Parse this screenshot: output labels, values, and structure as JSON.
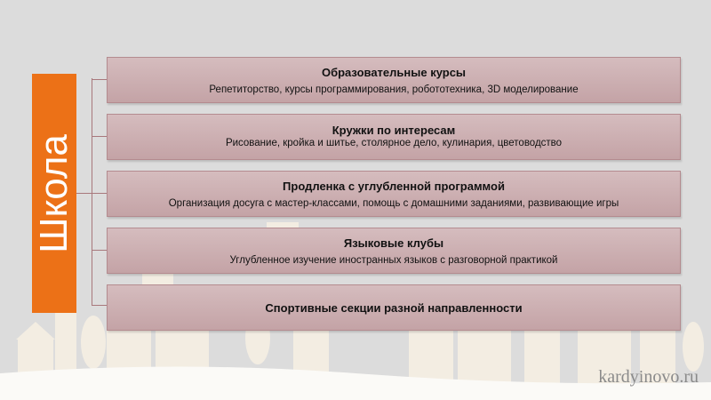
{
  "root": {
    "label": "Школа",
    "color": "#ec7117"
  },
  "items": [
    {
      "title": "Образовательные курсы",
      "desc": "Репетиторство,  курсы программирования,  робототехника, 3D моделирование"
    },
    {
      "title": "Кружки по интересам",
      "desc": "Рисование,  кройка и шитье, столярное дело, кулинария, цветоводство"
    },
    {
      "title": "Продленка с углубленной программой",
      "desc": "Организация  досуга с мастер-классами, помощь с домашними заданиями, развивающие  игры"
    },
    {
      "title": "Языковые клубы",
      "desc": "Углубленное  изучение  иностранных  языков с разговорной  практикой"
    },
    {
      "title": "Спортивные секции разной направленности"
    }
  ],
  "watermark": "kardyinovo.ru"
}
